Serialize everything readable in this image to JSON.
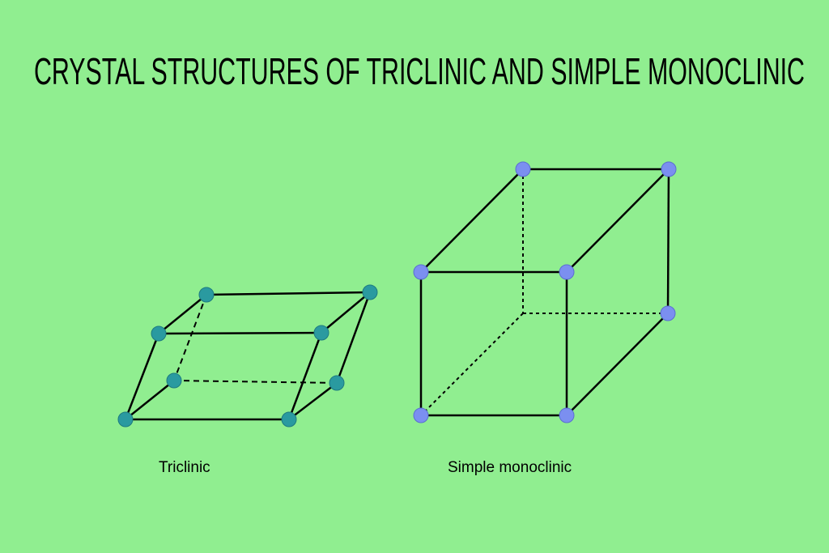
{
  "title": "CRYSTAL  STRUCTURES  OF  TRICLINIC  AND  SIMPLE MONOCLINIC",
  "colors": {
    "background": "#90ee90",
    "triclinic_atom": "#2a9aa0",
    "monoclinic_atom": "#7b8ff0",
    "edge": "#000000"
  },
  "structures": [
    {
      "name": "Triclinic"
    },
    {
      "name": "Simple monoclinic"
    }
  ]
}
